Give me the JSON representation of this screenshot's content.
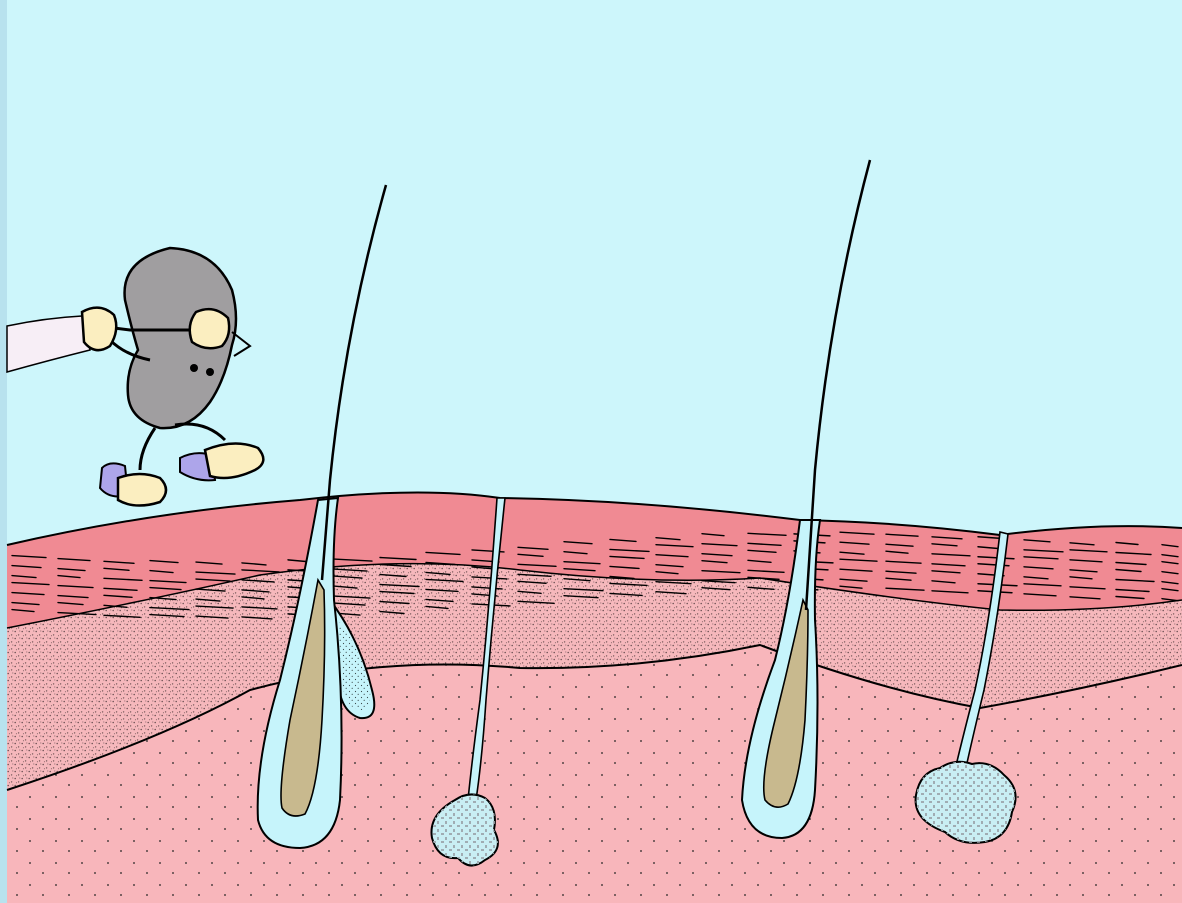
{
  "colors": {
    "sky": "#cdf6fb",
    "border": "#b9e4f0",
    "epidermis": "#f08a93",
    "dermis_upper": "#f6b8bc",
    "dermis_lower": "#f8b6bb",
    "follicle_sheath": "#c6f4fb",
    "hair_root": "#c8b98e",
    "gland": "#c9eef3",
    "gland_spots": "#9eaab0",
    "character_body": "#a09ea0",
    "character_hands": "#fbeec0",
    "character_shoes": "#ada5ea",
    "outline": "#000000"
  },
  "icons": [
    "cartoon-character",
    "hair-shaft",
    "hair-follicle",
    "sweat-duct",
    "sweat-gland"
  ]
}
